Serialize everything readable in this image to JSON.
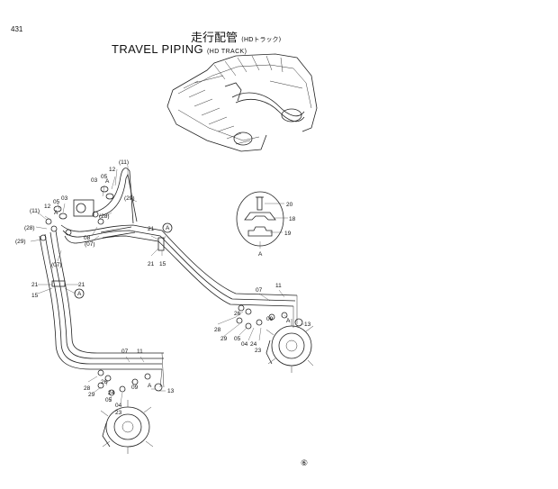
{
  "page_number": "431",
  "title_jp": "走行配管",
  "title_jp_sub": "(HDトラック)",
  "title_en": "TRAVEL PIPING",
  "title_en_sub": "(HD TRACK)",
  "mark": "⑥",
  "detail": {
    "labels": [
      "20",
      "18",
      "19"
    ],
    "view": "A"
  },
  "callouts": [
    "(11)",
    "12",
    "05",
    "03",
    "A",
    "(29)",
    "(28)",
    "(07)",
    "08",
    "12",
    "05",
    "03",
    "(11)",
    "(28)",
    "(29)",
    "A",
    "(07)",
    "21",
    "A",
    "21",
    "15",
    "21",
    "21",
    "15",
    "A",
    "07",
    "11",
    "28",
    "29",
    "26",
    "05",
    "04",
    "24",
    "23",
    "09",
    "A",
    "13",
    "07",
    "11",
    "28",
    "29",
    "26",
    "05",
    "04",
    "24",
    "23",
    "09",
    "A",
    "13"
  ]
}
